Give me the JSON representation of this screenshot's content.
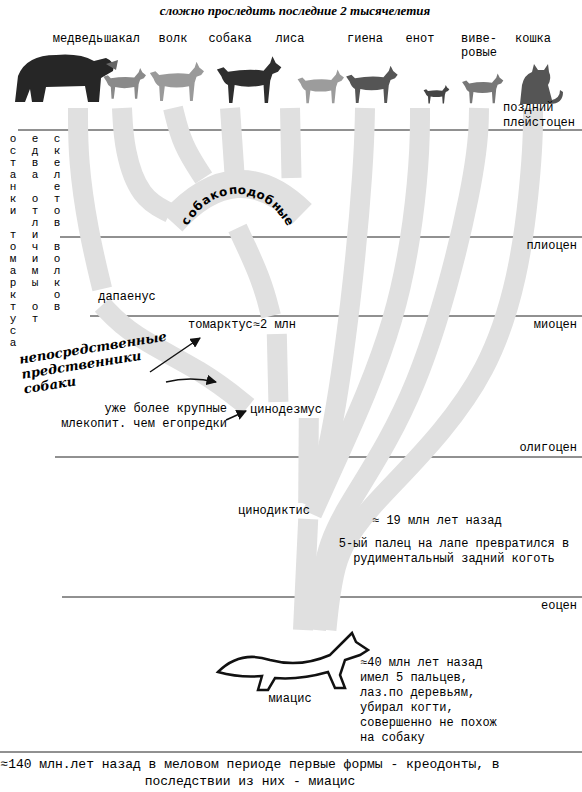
{
  "diagram": {
    "title": "сложно проследить последние 2 тысячелетия",
    "nodes": [
      {
        "text": [
          "медведь"
        ]
      },
      {
        "text": [
          "шакал"
        ]
      },
      {
        "text": [
          "волк"
        ]
      },
      {
        "text": [
          "собака"
        ]
      },
      {
        "text": [
          "лиса"
        ]
      },
      {
        "text": [
          "гиена"
        ]
      },
      {
        "text": [
          "енот"
        ]
      },
      {
        "text": [
          "виве- ровые"
        ]
      },
      {
        "text": [
          "кошка"
        ]
      },
      {
        "text": [
          "собакоподобные"
        ]
      },
      {
        "text": [
          "дапаенус"
        ]
      },
      {
        "text": [
          "томарктус≈2 млн"
        ]
      },
      {
        "text": [
          "цинодезмус"
        ]
      },
      {
        "text": [
          "цинодиктис"
        ]
      },
      {
        "text": [
          "миацис"
        ]
      }
    ],
    "edges": [
      {
        "from": 14,
        "to": 13,
        "arrow": "none"
      },
      {
        "from": 13,
        "to": 12,
        "arrow": "none"
      },
      {
        "from": 12,
        "to": 11,
        "arrow": "none"
      },
      {
        "from": 11,
        "to": 9,
        "arrow": "none"
      },
      {
        "from": 9,
        "to": 1,
        "arrow": "none"
      },
      {
        "from": 9,
        "to": 2,
        "arrow": "none"
      },
      {
        "from": 9,
        "to": 3,
        "arrow": "none"
      },
      {
        "from": 9,
        "to": 4,
        "arrow": "none"
      },
      {
        "from": 12,
        "to": 10,
        "arrow": "none"
      },
      {
        "from": 10,
        "to": 0,
        "arrow": "none"
      },
      {
        "from": 13,
        "to": 5,
        "arrow": "none"
      },
      {
        "from": 13,
        "to": 6,
        "arrow": "none"
      },
      {
        "from": 14,
        "to": 7,
        "arrow": "none"
      },
      {
        "from": 14,
        "to": 8,
        "arrow": "none"
      }
    ],
    "labels": [
      "поздний плейстоцен",
      "плиоцен",
      "миоцен",
      "олигоцен",
      "еоцен",
      "останки томарктуса едва отличимы от скелетов волков",
      "непосредственные предственники собаки",
      "уже более крупные млекопит. чем егопредки",
      "≈ 19 млн лет назад",
      "5-ый палец на лапе превратился в рудиментальный задний коготь",
      "≈40 млн лет назад имел 5 пальцев, лаз.по деревьям, убирал когти, совершенно не похож на собаку",
      "≈140 млн.лет назад в меловом периоде первые формы - креодонты, в последствии из них - миацис"
    ]
  }
}
